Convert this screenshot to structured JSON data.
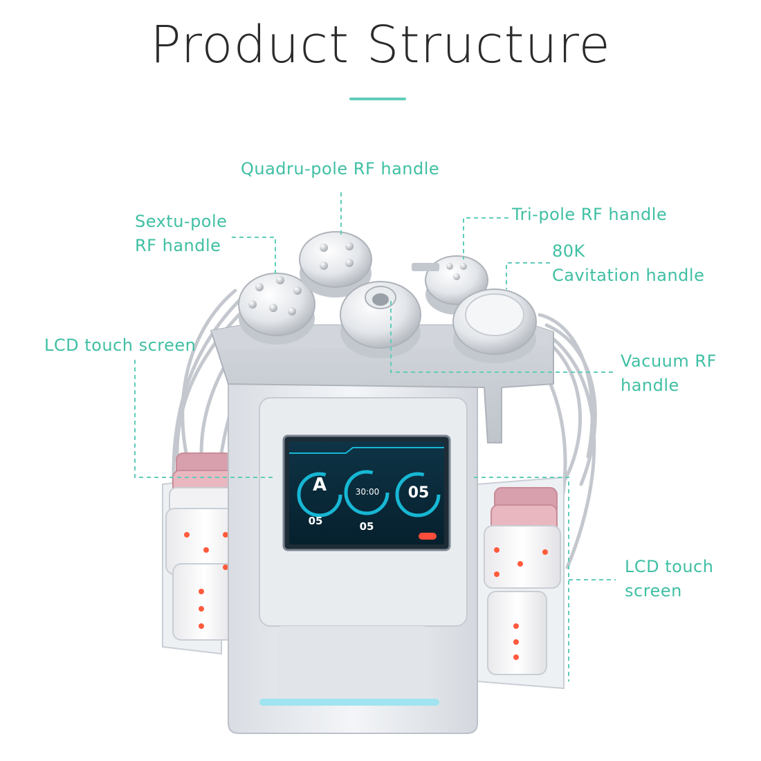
{
  "title": "Product Structure",
  "colors": {
    "accent": "#5fcdb9",
    "label_text": "#3fbfa3",
    "title_text": "#2b2b2b",
    "screen_bg": "#0b2a3a",
    "screen_glow": "#17b7d4",
    "pad_led": "#ff5a3c",
    "device_body": "#e6e9ee"
  },
  "labels": {
    "quadru_pole": {
      "line1": "Quadru-pole RF handle"
    },
    "sextu_pole": {
      "line1": "Sextu-pole",
      "line2": "RF handle"
    },
    "tri_pole": {
      "line1": "Tri-pole RF handle"
    },
    "cavitation": {
      "line1": "80K",
      "line2": "Cavitation handle"
    },
    "lcd_left": {
      "line1": "LCD  touch screen"
    },
    "vacuum_rf": {
      "line1": "Vacuum RF",
      "line2": "handle"
    },
    "lcd_right": {
      "line1": "LCD  touch",
      "line2": "screen"
    }
  },
  "screen": {
    "dial_1_value": "A",
    "dial_2_value": "30:00",
    "dial_3_value": "05",
    "value_left": "05",
    "value_center": "05"
  }
}
